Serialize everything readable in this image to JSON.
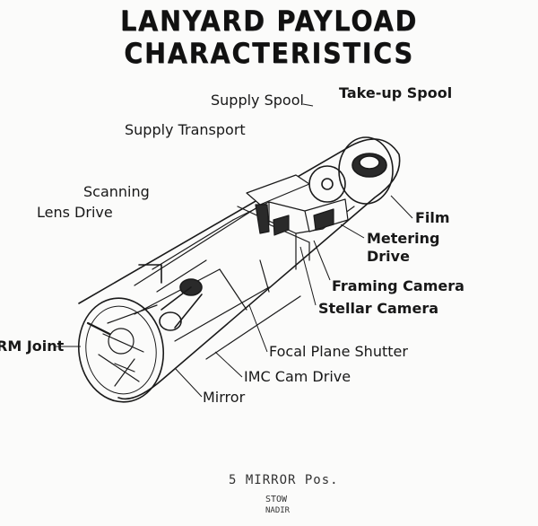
{
  "title": "LANYARD PAYLOAD CHARACTERISTICS",
  "labels": {
    "supply_spool": "Supply Spool",
    "takeup_spool": "Take-up Spool",
    "supply_transport": "Supply Transport",
    "scanning": "Scanning",
    "lens_drive": "Lens Drive",
    "film": "Film",
    "metering": "Metering",
    "drive": "Drive",
    "framing_camera": "Framing Camera",
    "stellar_camera": "Stellar Camera",
    "rm_joint": "RM Joint",
    "focal_plane_shutter": "Focal Plane Shutter",
    "imc_cam_drive": "IMC Cam Drive",
    "mirror": "Mirror"
  },
  "handwritten": {
    "line1": "5 MIRROR Pos.",
    "line2": "STOW",
    "line3": "NADIR"
  },
  "colors": {
    "ink": "#151515",
    "paper": "#fbfbfa"
  }
}
